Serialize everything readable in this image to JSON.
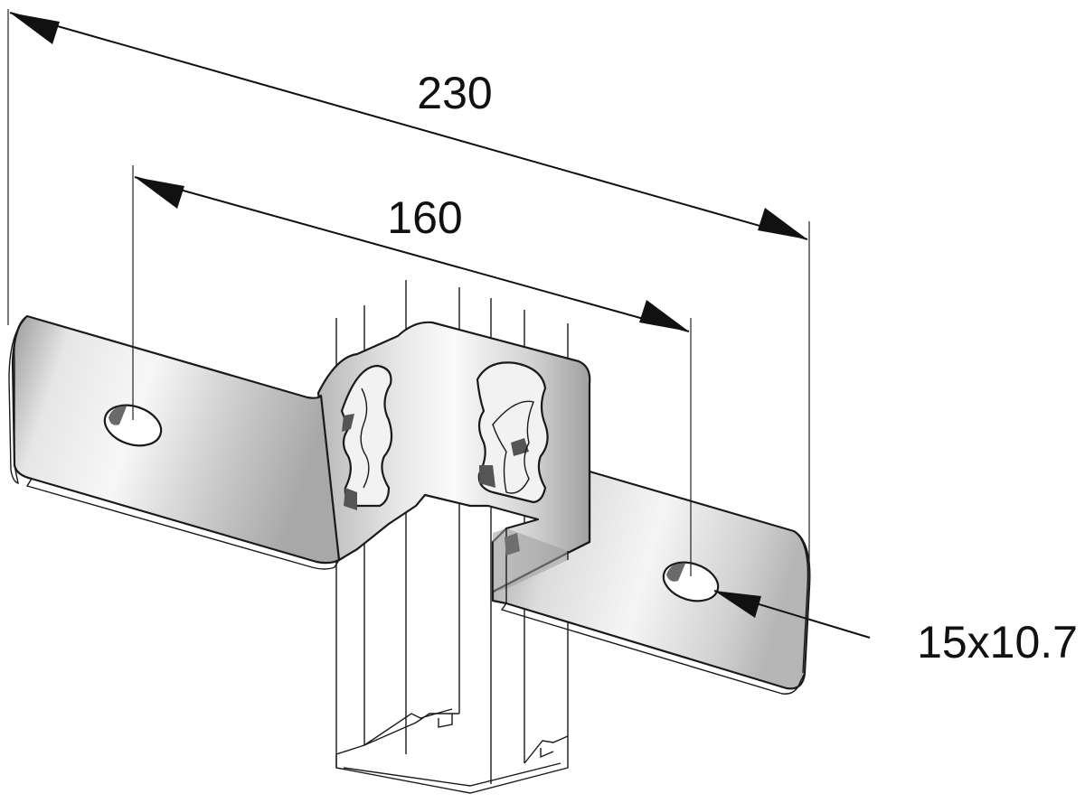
{
  "dimensions": {
    "overall_length": "230",
    "hole_spacing": "160",
    "slot_size": "15x10.7"
  },
  "colors": {
    "metal_light": "#f4f4f4",
    "metal_mid": "#c6c6c6",
    "metal_dark": "#8e8e8e",
    "line": "#111111",
    "background": "#ffffff"
  }
}
